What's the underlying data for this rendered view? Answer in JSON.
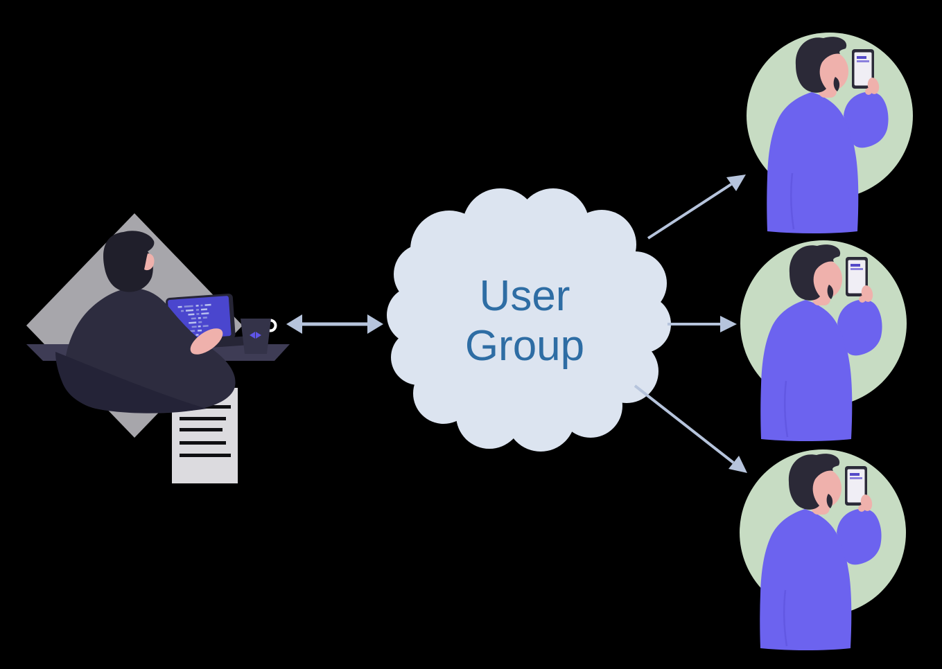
{
  "cloud": {
    "label_line1": "User",
    "label_line2": "Group",
    "label": "User Group"
  },
  "colors": {
    "background": "#000000",
    "cloud-fill": "#dce4f0",
    "cloud-text": "#2e6da4",
    "arrow": "#b6c4dc",
    "avatar-bg": "#c7dcc3",
    "shirt-purple": "#6c63ef",
    "skin": "#efb1ac",
    "hair": "#2b2937",
    "dark-figure": "#2d2c3f",
    "dark-figure-shadow": "#242337",
    "diamond-gray": "#a7a6ab",
    "desk": "#3e3c55",
    "laptop-screen": "#4a46ce",
    "document": "#dcdbdf",
    "document-line": "#0f0f12",
    "phone-line-1": "#554ac8",
    "phone-line-2": "#8a80dd"
  },
  "diagram": {
    "nodes": [
      {
        "id": "developer",
        "type": "illustration",
        "description": "person working at desk with laptop, coffee mug and document"
      },
      {
        "id": "user-group-cloud",
        "type": "cloud",
        "label": "User Group"
      },
      {
        "id": "mobile-user-1",
        "type": "avatar",
        "description": "person holding phone in green circle"
      },
      {
        "id": "mobile-user-2",
        "type": "avatar",
        "description": "person holding phone in green circle"
      },
      {
        "id": "mobile-user-3",
        "type": "avatar",
        "description": "person holding phone in green circle"
      }
    ],
    "edges": [
      {
        "from": "developer",
        "to": "user-group-cloud",
        "direction": "bidirectional"
      },
      {
        "from": "user-group-cloud",
        "to": "mobile-user-1",
        "direction": "one-way"
      },
      {
        "from": "user-group-cloud",
        "to": "mobile-user-2",
        "direction": "one-way"
      },
      {
        "from": "user-group-cloud",
        "to": "mobile-user-3",
        "direction": "one-way"
      }
    ]
  }
}
